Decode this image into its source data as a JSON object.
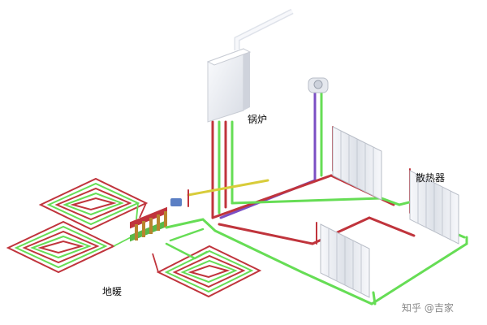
{
  "labels": {
    "boiler": "锅炉",
    "radiator": "散热器",
    "floor_heating": "地暖"
  },
  "watermark": "知乎 @吉家",
  "colors": {
    "supply_pipe": "#c0343c",
    "return_pipe": "#66dd55",
    "purple_pipe": "#7b4fc4",
    "yellow_pipe": "#d8cc3a",
    "radiator_body": "#eef0f4",
    "boiler_body": "#f1f3f7"
  },
  "icons": {
    "boiler": "boiler-icon",
    "radiator": "radiator-icon",
    "manifold": "manifold-icon",
    "water_heater": "water-heater-icon",
    "floor_coil": "floor-coil-icon"
  }
}
